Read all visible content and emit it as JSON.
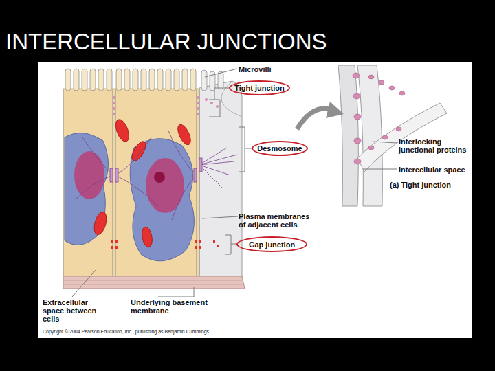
{
  "diagram": {
    "title": "INTERCELLULAR JUNCTIONS",
    "nodes": [
      {
        "text": [
          "Tight junction"
        ]
      },
      {
        "text": [
          "Desmosome"
        ]
      },
      {
        "text": [
          "Gap junction"
        ]
      }
    ],
    "labels": [
      "Microvilli",
      "Plasma membranes of adjacent cells",
      "Extracellular space between cells",
      "Underlying basement membrane",
      "Interlocking junctional proteins",
      "Intercellular space",
      "(a) Tight junction",
      "Copyright © 2004 Pearson Education, Inc., publishing as Benjamin Cummings."
    ]
  }
}
